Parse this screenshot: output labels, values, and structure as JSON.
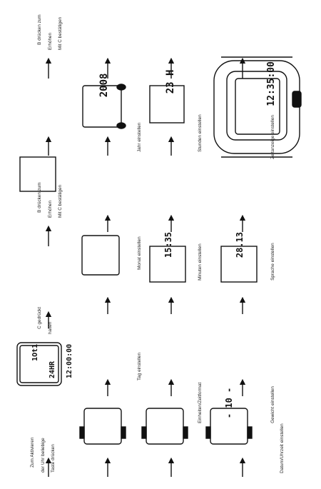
{
  "steps": {
    "s1": [
      "Zum Aktivieren",
      "der Uhr beliebige",
      "Taste drücken"
    ],
    "s2": [
      "C gedrückt",
      "halten"
    ],
    "s3": [
      "B drücken zum",
      "Erhöhen",
      "Mit C bestätigen"
    ],
    "s4": "Jahr einstellen",
    "s5": [
      "B drücken zum",
      "Erhöhen",
      "Mit C bestätigen"
    ],
    "s6": "Monat einstellen",
    "s7": "Tag einstellen",
    "s8": "Stunden einstellen",
    "s9": "Minuten einstellen",
    "s10": "Einheiten/Zeitformat",
    "s11": "Zeitanzeige einstellen",
    "s12": "Sprache einstellen",
    "s13": "Gewicht einstellen",
    "s14": "Datum/Uhrzeit einstellen"
  },
  "lcd": {
    "a": [
      "1Ot1",
      "24HR",
      "12:00:00"
    ],
    "b": [
      "2008"
    ],
    "c": [
      "23 H"
    ],
    "d": [
      "12:35:00"
    ],
    "e": [
      "15:35"
    ],
    "f": [
      "28.13"
    ],
    "g": [
      "- 10 -"
    ]
  },
  "colors": {
    "ink": "#111111",
    "bg": "#ffffff"
  }
}
